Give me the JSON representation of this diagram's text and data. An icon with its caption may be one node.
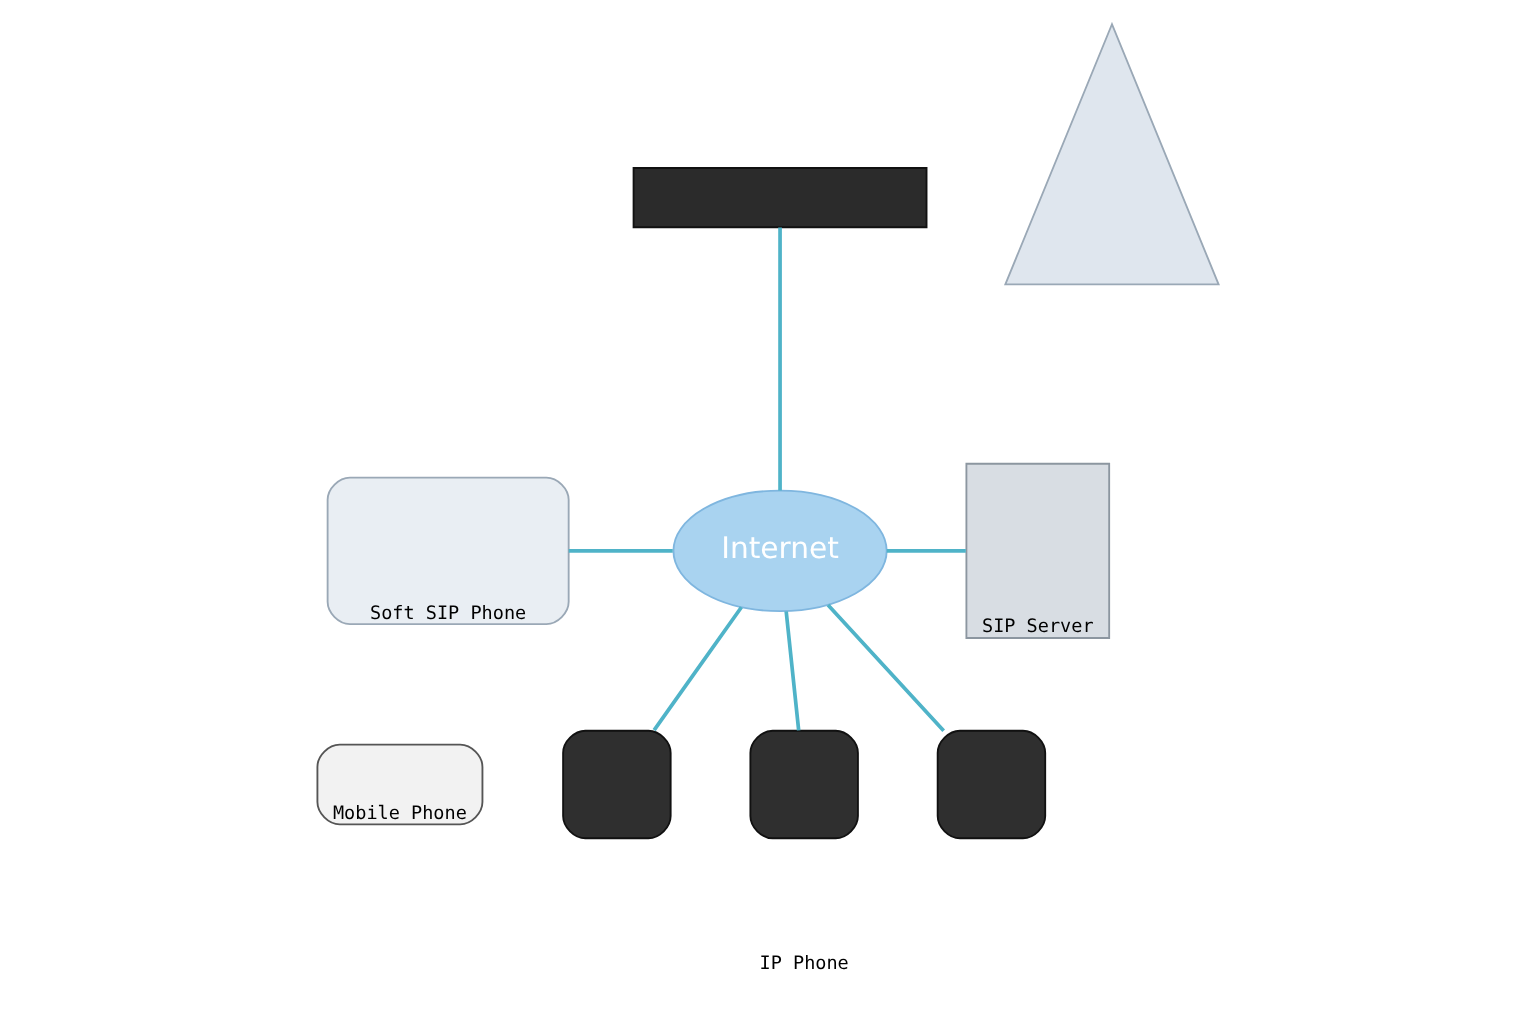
{
  "diagram": {
    "nodes": [
      {
        "text": [],
        "shape": "box"
      },
      {
        "text": [],
        "shape": "triangle"
      },
      {
        "text": [
          "Soft SIP Phone"
        ]
      },
      {
        "text": [
          "Internet"
        ]
      },
      {
        "text": [
          "SIP Server"
        ]
      },
      {
        "text": [
          "Mobile Phone"
        ]
      },
      {
        "text": [],
        "shape": "box"
      },
      {
        "text": [],
        "shape": "box"
      },
      {
        "text": [],
        "shape": "box"
      }
    ],
    "edges": [
      {
        "from": 2,
        "to": 3,
        "arrow": "none"
      },
      {
        "from": 0,
        "to": 3,
        "arrow": "none"
      },
      {
        "from": 3,
        "to": 4,
        "arrow": "none"
      },
      {
        "from": 3,
        "to": 6,
        "arrow": "none"
      },
      {
        "from": 3,
        "to": 7,
        "arrow": "none"
      },
      {
        "from": 3,
        "to": 8,
        "arrow": "none"
      }
    ],
    "labels": [
      "IP Phone"
    ]
  }
}
